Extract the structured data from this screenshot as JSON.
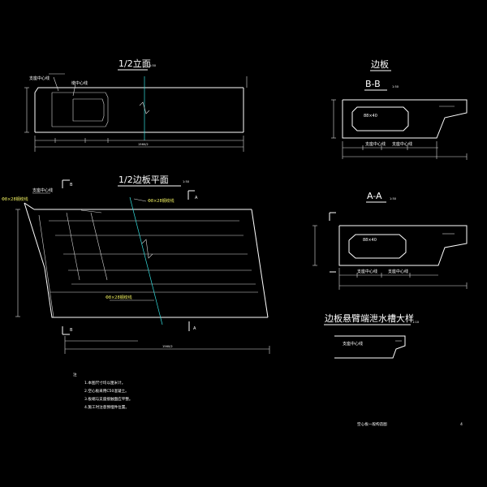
{
  "views": {
    "half_elevation": {
      "title": "1/2立面",
      "scale": "1:50",
      "dim_total": "1560/2"
    },
    "section_title": "边板",
    "section_bb": {
      "title": "B-B",
      "scale": "1:50",
      "void_label": "88×40"
    },
    "half_plan": {
      "title": "1/2边板平面",
      "scale": "1:50",
      "dim_total": "1560/2"
    },
    "section_aa": {
      "title": "A-A",
      "scale": "1:50",
      "void_label": "88×40"
    },
    "detail": {
      "title": "边板悬臂端泄水槽大样",
      "scale": "1:10"
    }
  },
  "labels": {
    "support_center": "支座中心线",
    "support_center_2": "支座中心线",
    "pier_center": "墩中心线",
    "strand": "Φ8×28钢绞线"
  },
  "notes": {
    "heading": "注",
    "items": [
      "1.本图尺寸均以厘米计。",
      "2.空心板采用C50混凝土。",
      "3.板端与支座接触面应平整。",
      "4.施工时注意预埋件位置。"
    ]
  },
  "footer": {
    "drawing_title": "空心板一般构造图",
    "sheet_no": "4"
  }
}
